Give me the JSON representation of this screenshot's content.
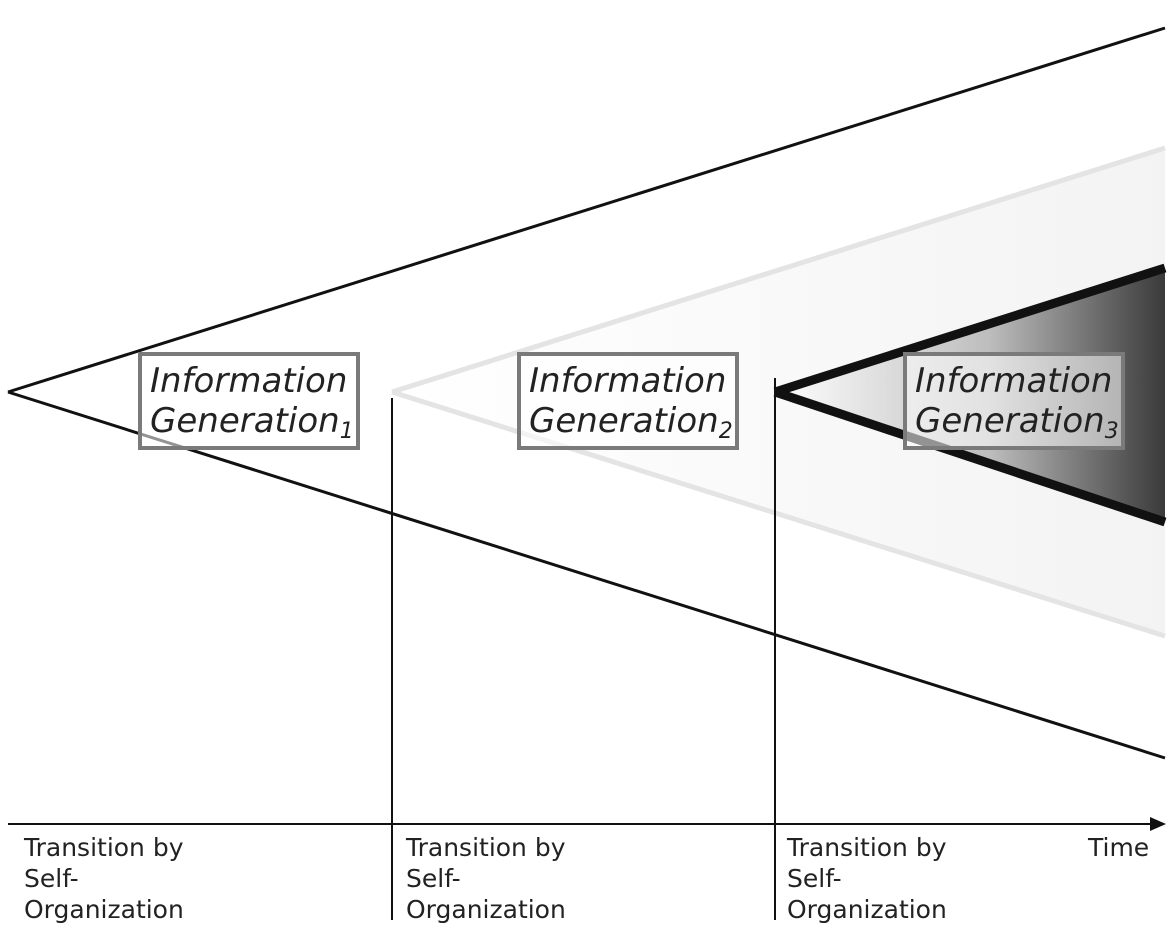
{
  "generations": [
    {
      "line1": "Information",
      "line2": "Generation",
      "sub": "1"
    },
    {
      "line1": "Information",
      "line2": "Generation",
      "sub": "2"
    },
    {
      "line1": "Information",
      "line2": "Generation",
      "sub": "3"
    }
  ],
  "transitions": [
    {
      "line1": "Transition by",
      "line2": "Self-",
      "line3": "Organization"
    },
    {
      "line1": "Transition by",
      "line2": "Self-",
      "line3": "Organization"
    },
    {
      "line1": "Transition by",
      "line2": "Self-",
      "line3": "Organization"
    }
  ],
  "axis": {
    "time_label": "Time"
  },
  "colors": {
    "line": "#111111",
    "faded_line": "#e6e6e6",
    "box_border": "#7a7a7a",
    "shade_dark": "#3a3a3a"
  }
}
